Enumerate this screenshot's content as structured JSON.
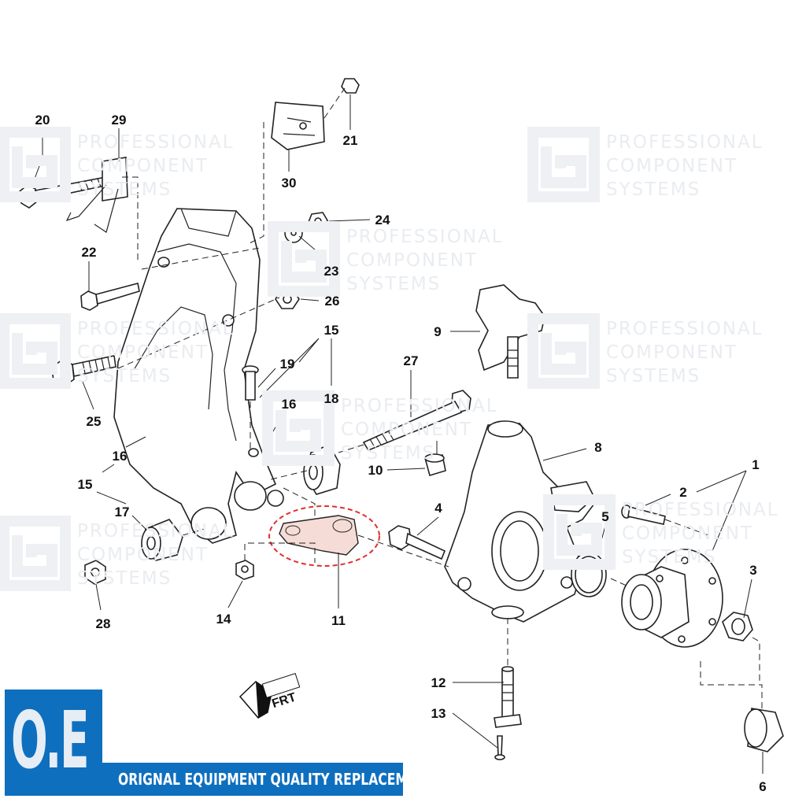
{
  "watermark": {
    "line1": "PROFESSIONAL",
    "line2": "COMPONENT",
    "line3": "SYSTEMS"
  },
  "callouts": {
    "c1": "1",
    "c2": "2",
    "c3": "3",
    "c4": "4",
    "c5": "5",
    "c6": "6",
    "c8": "8",
    "c9": "9",
    "c10": "10",
    "c11": "11",
    "c12": "12",
    "c13": "13",
    "c14": "14",
    "c15a": "15",
    "c15b": "15",
    "c16a": "16",
    "c16b": "16",
    "c17": "17",
    "c18": "18",
    "c19": "19",
    "c20": "20",
    "c21": "21",
    "c22": "22",
    "c23": "23",
    "c24": "24",
    "c25": "25",
    "c26": "26",
    "c27": "27",
    "c28": "28",
    "c29": "29",
    "c30": "30"
  },
  "direction_marker": "FRT",
  "highlight": {
    "part": "11",
    "color": "#e03030"
  },
  "badge": {
    "logo": "O.E",
    "banner": "ORIGNAL EQUIPMENT QUALITY REPLACEMENT PART",
    "color": "#0e6fbf"
  }
}
